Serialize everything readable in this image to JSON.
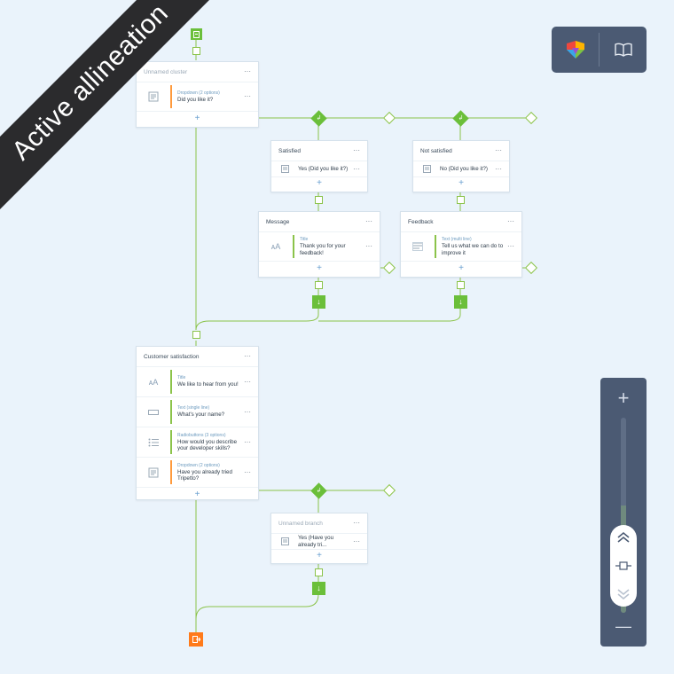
{
  "banner": {
    "text": "Active allineation"
  },
  "toolbar": {
    "logo": "tripetto-logo",
    "docs_icon": "book-icon"
  },
  "zoom": {
    "in_label": "+",
    "out_label": "—",
    "level": 0.55
  },
  "colors": {
    "background": "#eaf3fb",
    "accent": "#6bbf3a",
    "end": "#ff7a1a",
    "panel": "#4b5a73"
  },
  "clusters": {
    "unnamed": {
      "title": "Unnamed cluster",
      "items": [
        {
          "type": "Dropdown (2 options)",
          "label": "Did you like it?",
          "icon": "dropdown-icon",
          "bar": "#ff9a3c"
        }
      ]
    },
    "satisfied": {
      "title": "Satisfied",
      "items": [
        {
          "type": "",
          "label": "Yes (Did you like it?)",
          "icon": "condition-icon"
        }
      ]
    },
    "not_satisfied": {
      "title": "Not satisfied",
      "items": [
        {
          "type": "",
          "label": "No (Did you like it?)",
          "icon": "condition-icon"
        }
      ]
    },
    "message": {
      "title": "Message",
      "items": [
        {
          "type": "Title",
          "label": "Thank you for your feedback!",
          "icon": "text-size-icon",
          "bar": "#8bc34a"
        }
      ]
    },
    "feedback": {
      "title": "Feedback",
      "items": [
        {
          "type": "Text (multi line)",
          "label": "Tell us what we can do to improve it",
          "icon": "multiline-icon",
          "bar": "#8bc34a"
        }
      ]
    },
    "customer": {
      "title": "Customer satisfaction",
      "items": [
        {
          "type": "Title",
          "label": "We like to hear from you!",
          "icon": "text-size-icon",
          "bar": "#8bc34a"
        },
        {
          "type": "Text (single line)",
          "label": "What's your name?",
          "icon": "single-line-icon",
          "bar": "#8bc34a"
        },
        {
          "type": "Radiobuttons (3 options)",
          "label": "How would you describe your developer skills?",
          "icon": "list-icon",
          "bar": "#8bc34a"
        },
        {
          "type": "Dropdown (2 options)",
          "label": "Have you already tried Tripetto?",
          "icon": "dropdown-icon",
          "bar": "#ff9a3c"
        }
      ]
    },
    "branch": {
      "title": "Unnamed branch",
      "items": [
        {
          "type": "",
          "label": "Yes (Have you already tri...",
          "icon": "condition-icon"
        }
      ]
    }
  },
  "add_symbol": "+",
  "more_symbol": "···"
}
